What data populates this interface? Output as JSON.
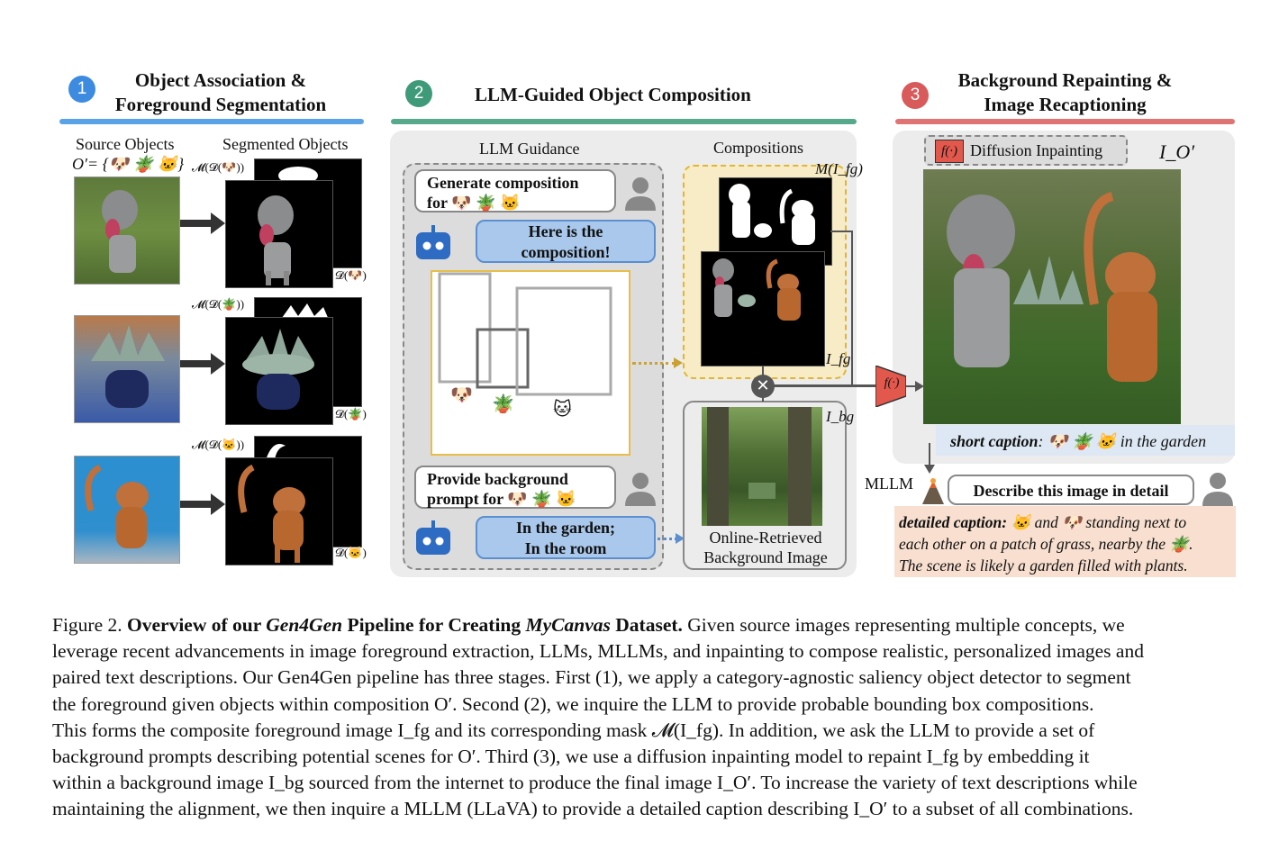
{
  "stages": [
    {
      "number": "1",
      "title_line1": "Object Association &",
      "title_line2": "Foreground Segmentation",
      "color": "#3d8be0"
    },
    {
      "number": "2",
      "title": "LLM-Guided Object Composition",
      "color": "#3f9a7a"
    },
    {
      "number": "3",
      "title_line1": "Background Repainting &",
      "title_line2": "Image Recaptioning",
      "color": "#d95a5a"
    }
  ],
  "panel1": {
    "col_source": "Source Objects",
    "col_segmented": "Segmented Objects",
    "set_label": "O′= {🐶 🪴 🐱}",
    "rows": [
      {
        "mask_label": "𝓜(𝓓(🐶))",
        "d_label": "𝓓(🐶)"
      },
      {
        "mask_label": "𝓜(𝓓(🪴))",
        "d_label": "𝓓(🪴)"
      },
      {
        "mask_label": "𝓜(𝓓(🐱))",
        "d_label": "𝓓(🐱)"
      }
    ]
  },
  "panel2": {
    "llm_guidance": "LLM Guidance",
    "compositions": "Compositions",
    "user_msg1_line1": "Generate composition",
    "user_msg1_line2": "for 🐶 🪴 🐱",
    "bot_msg1_line1": "Here is the",
    "bot_msg1_line2": "composition!",
    "box_emojis": [
      "🐶",
      "🪴",
      "🐱"
    ],
    "user_msg2_line1": "Provide background",
    "user_msg2_line2": "prompt for 🐶 🪴 🐱",
    "bot_msg2_line1": "In the garden;",
    "bot_msg2_line2": "In the room",
    "mask_label": "M(I_fg)",
    "fg_label": "I_fg",
    "bg_label": "I_bg",
    "bg_caption_line1": "Online-Retrieved",
    "bg_caption_line2": "Background Image"
  },
  "panel3": {
    "diffusion_label": "Diffusion Inpainting",
    "f_label": "f(·)",
    "output_label": "I_O′",
    "short_caption_prefix": "short caption",
    "short_caption_text": ": 🐶 🪴 🐱 in the garden",
    "mllm_label": "MLLM",
    "describe_prompt": "Describe this image in detail",
    "detailed_prefix": "detailed caption:",
    "detailed_line1": " 🐱 and 🐶 standing next to",
    "detailed_line2": "each other on a patch of grass, nearby the 🪴.",
    "detailed_line3": "The scene is likely a garden filled with plants."
  },
  "caption": {
    "fig_label": "Figure 2.",
    "title_a": "Overview of our",
    "title_gen": "Gen4Gen",
    "title_b": "Pipeline for Creating",
    "title_my": "MyCanvas",
    "title_c": "Dataset.",
    "lines": [
      "Given source images representing multiple concepts, we",
      "leverage recent advancements in image foreground extraction, LLMs, MLLMs, and inpainting to compose realistic, personalized images and",
      "paired text descriptions. Our Gen4Gen pipeline has three stages. First (1), we apply a category-agnostic saliency object detector to segment",
      "the foreground given objects within composition O′. Second (2), we inquire the LLM to provide probable bounding box compositions.",
      "This forms the composite foreground image I_fg and its corresponding mask 𝓜(I_fg). In addition, we ask the LLM to provide a set of",
      "background prompts describing potential scenes for O′. Third (3), we use a diffusion inpainting model to repaint I_fg by embedding it",
      "within a background image I_bg sourced from the internet to produce the final image I_O′. To increase the variety of text descriptions while",
      "maintaining the alignment, we then inquire a MLLM (LLaVA) to provide a detailed caption describing I_O′ to a subset of all combinations."
    ]
  }
}
